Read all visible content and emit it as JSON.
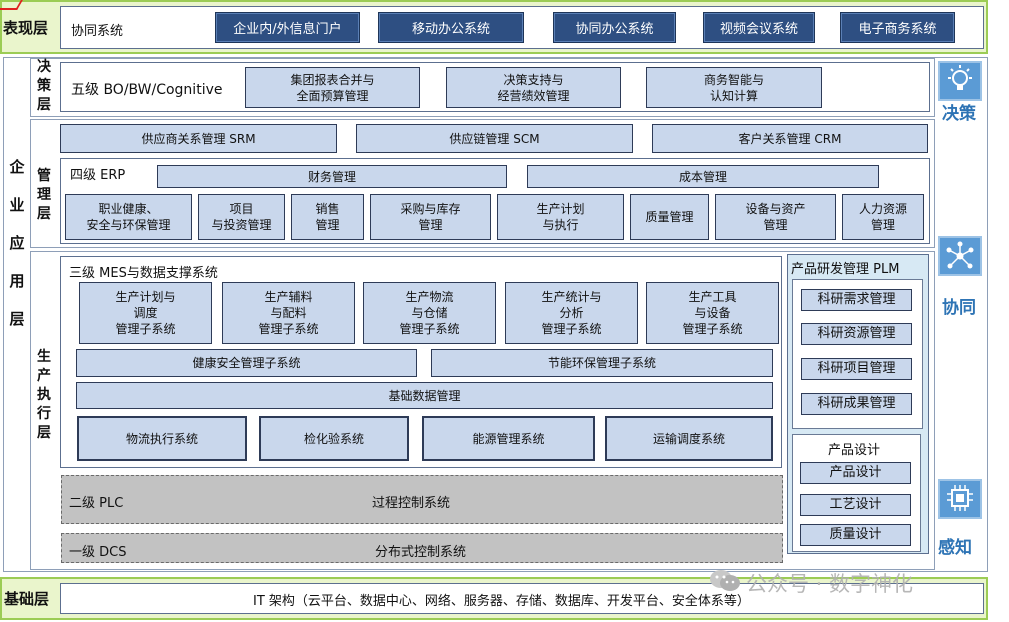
{
  "presentation_layer": {
    "label": "表现层",
    "system": "协同系统",
    "portals": [
      "企业内/外信息门户",
      "移动办公系统",
      "协同办公系统",
      "视频会议系统",
      "电子商务系统"
    ]
  },
  "enterprise_app": {
    "label": "企\n业\n应\n用\n层"
  },
  "decision_layer": {
    "label": "决\n策\n层",
    "level": "五级 BO/BW/Cognitive",
    "items": [
      "集团报表合并与\n全面预算管理",
      "决策支持与\n经营绩效管理",
      "商务智能与\n认知计算"
    ]
  },
  "management_layer": {
    "label": "管\n理\n层",
    "top": [
      "供应商关系管理 SRM",
      "供应链管理 SCM",
      "客户关系管理 CRM"
    ],
    "erp_level": "四级 ERP",
    "erp_groups": [
      "财务管理",
      "成本管理"
    ],
    "erp_items": [
      "职业健康、\n安全与环保管理",
      "项目\n与投资管理",
      "销售\n管理",
      "采购与库存\n管理",
      "生产计划\n与执行",
      "质量管理",
      "设备与资产\n管理",
      "人力资源\n管理"
    ]
  },
  "production_layer": {
    "label": "生\n产\n执\n行\n层",
    "mes_level": "三级 MES与数据支撑系统",
    "subsystems": [
      "生产计划与\n调度\n管理子系统",
      "生产辅料\n与配料\n管理子系统",
      "生产物流\n与仓储\n管理子系统",
      "生产统计与\n分析\n管理子系统",
      "生产工具\n与设备\n管理子系统"
    ],
    "health": "健康安全管理子系统",
    "energy_env": "节能环保管理子系统",
    "base_data": "基础数据管理",
    "bottom": [
      "物流执行系统",
      "检化验系统",
      "能源管理系统",
      "运输调度系统"
    ],
    "plc_level": "二级 PLC",
    "plc_system": "过程控制系统",
    "dcs_level": "一级 DCS",
    "dcs_system": "分布式控制系统"
  },
  "plm": {
    "title": "产品研发管理 PLM",
    "items": [
      "科研需求管理",
      "科研资源管理",
      "科研项目管理",
      "科研成果管理"
    ],
    "design_title": "产品设计",
    "design_items": [
      "产品设计",
      "工艺设计",
      "质量设计"
    ]
  },
  "side_labels": {
    "decision": "决策",
    "collaboration": "协同",
    "perception": "感知"
  },
  "foundation": {
    "label": "基础层",
    "text": "IT 架构（云平台、数据中心、网络、服务器、存储、数据库、开发平台、安全体系等）"
  },
  "watermark": "公众号 · 数字神化"
}
